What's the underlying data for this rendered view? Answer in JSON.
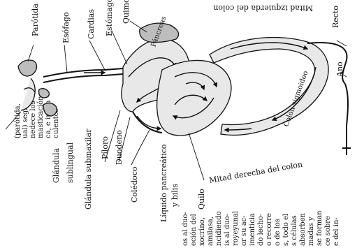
{
  "labels": {
    "parotida": "Parótida",
    "esofago": "Esófago",
    "cardias": "Cardias",
    "estomago": "Estómago",
    "quimo": "Quimo",
    "pancreas": "Páncreas",
    "colon_izq": "Mitad izquierda del colon",
    "recto": "Recto",
    "ano": "Ano",
    "colon_sigmoideo": "Colon sigmoideo",
    "colon_der": "Mitad derecha del colon",
    "quilo": "Quilo",
    "bilis": "y bilis",
    "liquido_pancreatico": "Líquido pancreático",
    "coledoco": "Colédoco",
    "duodeno": "Duodeno",
    "piloro": "Píloro",
    "glandula_submaxilar": "Glándula submaxilar",
    "glandula": "Glándula",
    "sublingual": "sublingual"
  },
  "text_left": [
    "(parótida,",
    "ual) segre-",
    "nedece los",
    "masticación",
    "ca, e inicia",
    "culentos"
  ],
  "text_bottom": [
    "os al duo-",
    "eción del",
    "xocrino,",
    "amilasa,",
    "ncidiendo",
    "is al duo-",
    "royeyunal",
    "or su ac-",
    "imenticia",
    "do lecho-",
    "o recorre",
    "o de los",
    "s, todo el",
    "s células",
    "absorben",
    "madas y",
    "se forman",
    "ce sobre",
    "e del in-"
  ]
}
